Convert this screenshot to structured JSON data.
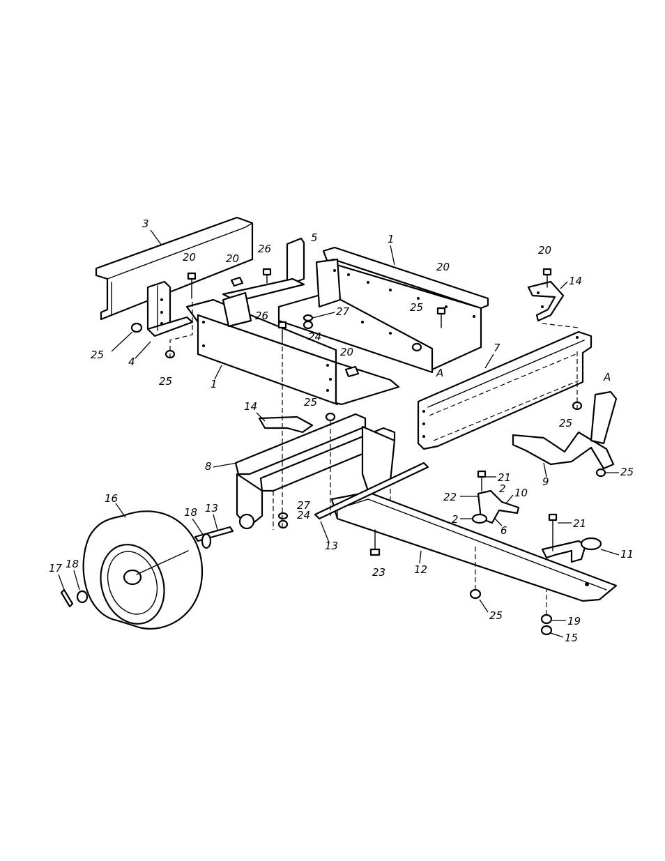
{
  "figure": {
    "type": "exploded-parts-diagram",
    "callouts": [
      {
        "id": "c3",
        "text": "3"
      },
      {
        "id": "c20a",
        "text": "20"
      },
      {
        "id": "c20b",
        "text": "20"
      },
      {
        "id": "c26a",
        "text": "26"
      },
      {
        "id": "c5",
        "text": "5"
      },
      {
        "id": "c1a",
        "text": "1"
      },
      {
        "id": "c20c",
        "text": "20"
      },
      {
        "id": "c20d",
        "text": "20"
      },
      {
        "id": "c14a",
        "text": "14"
      },
      {
        "id": "c27a",
        "text": "27"
      },
      {
        "id": "c25a",
        "text": "25"
      },
      {
        "id": "c25b",
        "text": "25"
      },
      {
        "id": "c4",
        "text": "4"
      },
      {
        "id": "c26b",
        "text": "26"
      },
      {
        "id": "c24a",
        "text": "24"
      },
      {
        "id": "c20e",
        "text": "20"
      },
      {
        "id": "cAa",
        "text": "A"
      },
      {
        "id": "c7",
        "text": "7"
      },
      {
        "id": "c25c",
        "text": "25"
      },
      {
        "id": "c1b",
        "text": "1"
      },
      {
        "id": "cAb",
        "text": "A"
      },
      {
        "id": "c14b",
        "text": "14"
      },
      {
        "id": "c25d",
        "text": "25"
      },
      {
        "id": "c25e",
        "text": "25"
      },
      {
        "id": "c8",
        "text": "8"
      },
      {
        "id": "c9",
        "text": "9"
      },
      {
        "id": "c25f",
        "text": "25"
      },
      {
        "id": "c21a",
        "text": "21"
      },
      {
        "id": "c16",
        "text": "16"
      },
      {
        "id": "c18a",
        "text": "18"
      },
      {
        "id": "c13a",
        "text": "13"
      },
      {
        "id": "c22",
        "text": "22"
      },
      {
        "id": "c2a",
        "text": "2"
      },
      {
        "id": "c10",
        "text": "10"
      },
      {
        "id": "c27b",
        "text": "27"
      },
      {
        "id": "c24b",
        "text": "24"
      },
      {
        "id": "c2b",
        "text": "2"
      },
      {
        "id": "c21b",
        "text": "21"
      },
      {
        "id": "c13b",
        "text": "13"
      },
      {
        "id": "c6",
        "text": "6"
      },
      {
        "id": "c11",
        "text": "11"
      },
      {
        "id": "c17",
        "text": "17"
      },
      {
        "id": "c18b",
        "text": "18"
      },
      {
        "id": "c23",
        "text": "23"
      },
      {
        "id": "c12",
        "text": "12"
      },
      {
        "id": "c25g",
        "text": "25"
      },
      {
        "id": "c19",
        "text": "19"
      },
      {
        "id": "c15",
        "text": "15"
      }
    ]
  }
}
